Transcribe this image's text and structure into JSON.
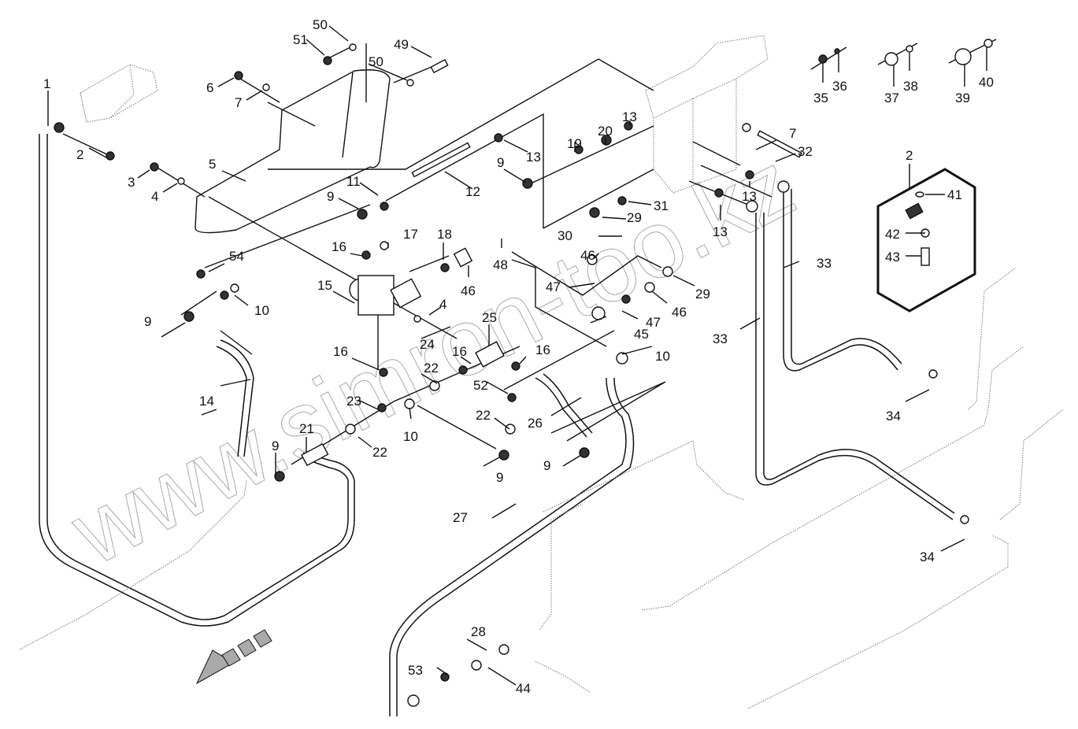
{
  "diagram": {
    "type": "exploded-parts-diagram",
    "subject": "hydraulic piping assembly",
    "watermark": "www.simron-too.kz",
    "callouts": [
      {
        "id": "c1",
        "label": "1"
      },
      {
        "id": "c2a",
        "label": "2"
      },
      {
        "id": "c2b",
        "label": "2"
      },
      {
        "id": "c3",
        "label": "3"
      },
      {
        "id": "c4a",
        "label": "4"
      },
      {
        "id": "c4b",
        "label": "4"
      },
      {
        "id": "c5",
        "label": "5"
      },
      {
        "id": "c6",
        "label": "6"
      },
      {
        "id": "c7a",
        "label": "7"
      },
      {
        "id": "c7b",
        "label": "7"
      },
      {
        "id": "c9a",
        "label": "9"
      },
      {
        "id": "c9b",
        "label": "9"
      },
      {
        "id": "c9c",
        "label": "9"
      },
      {
        "id": "c9d",
        "label": "9"
      },
      {
        "id": "c9e",
        "label": "9"
      },
      {
        "id": "c9f",
        "label": "9"
      },
      {
        "id": "c10a",
        "label": "10"
      },
      {
        "id": "c10b",
        "label": "10"
      },
      {
        "id": "c10c",
        "label": "10"
      },
      {
        "id": "c11",
        "label": "11"
      },
      {
        "id": "c12",
        "label": "12"
      },
      {
        "id": "c13a",
        "label": "13"
      },
      {
        "id": "c13b",
        "label": "13"
      },
      {
        "id": "c13c",
        "label": "13"
      },
      {
        "id": "c13d",
        "label": "13"
      },
      {
        "id": "c14",
        "label": "14"
      },
      {
        "id": "c15",
        "label": "15"
      },
      {
        "id": "c16a",
        "label": "16"
      },
      {
        "id": "c16b",
        "label": "16"
      },
      {
        "id": "c16c",
        "label": "16"
      },
      {
        "id": "c16d",
        "label": "16"
      },
      {
        "id": "c17",
        "label": "17"
      },
      {
        "id": "c18",
        "label": "18"
      },
      {
        "id": "c19",
        "label": "19"
      },
      {
        "id": "c20",
        "label": "20"
      },
      {
        "id": "c21",
        "label": "21"
      },
      {
        "id": "c22a",
        "label": "22"
      },
      {
        "id": "c22b",
        "label": "22"
      },
      {
        "id": "c22c",
        "label": "22"
      },
      {
        "id": "c23",
        "label": "23"
      },
      {
        "id": "c24",
        "label": "24"
      },
      {
        "id": "c25",
        "label": "25"
      },
      {
        "id": "c26",
        "label": "26"
      },
      {
        "id": "c27",
        "label": "27"
      },
      {
        "id": "c28",
        "label": "28"
      },
      {
        "id": "c29a",
        "label": "29"
      },
      {
        "id": "c29b",
        "label": "29"
      },
      {
        "id": "c30",
        "label": "30"
      },
      {
        "id": "c31",
        "label": "31"
      },
      {
        "id": "c32",
        "label": "32"
      },
      {
        "id": "c33a",
        "label": "33"
      },
      {
        "id": "c33b",
        "label": "33"
      },
      {
        "id": "c34a",
        "label": "34"
      },
      {
        "id": "c34b",
        "label": "34"
      },
      {
        "id": "c35",
        "label": "35"
      },
      {
        "id": "c36",
        "label": "36"
      },
      {
        "id": "c37",
        "label": "37"
      },
      {
        "id": "c38",
        "label": "38"
      },
      {
        "id": "c39",
        "label": "39"
      },
      {
        "id": "c40",
        "label": "40"
      },
      {
        "id": "c41",
        "label": "41"
      },
      {
        "id": "c42",
        "label": "42"
      },
      {
        "id": "c43",
        "label": "43"
      },
      {
        "id": "c44",
        "label": "44"
      },
      {
        "id": "c45",
        "label": "45"
      },
      {
        "id": "c46a",
        "label": "46"
      },
      {
        "id": "c46b",
        "label": "46"
      },
      {
        "id": "c46c",
        "label": "46"
      },
      {
        "id": "c47a",
        "label": "47"
      },
      {
        "id": "c47b",
        "label": "47"
      },
      {
        "id": "c48",
        "label": "48"
      },
      {
        "id": "c49",
        "label": "49"
      },
      {
        "id": "c50a",
        "label": "50"
      },
      {
        "id": "c50b",
        "label": "50"
      },
      {
        "id": "c51",
        "label": "51"
      },
      {
        "id": "c52",
        "label": "52"
      },
      {
        "id": "c53",
        "label": "53"
      },
      {
        "id": "c54",
        "label": "54"
      }
    ]
  }
}
